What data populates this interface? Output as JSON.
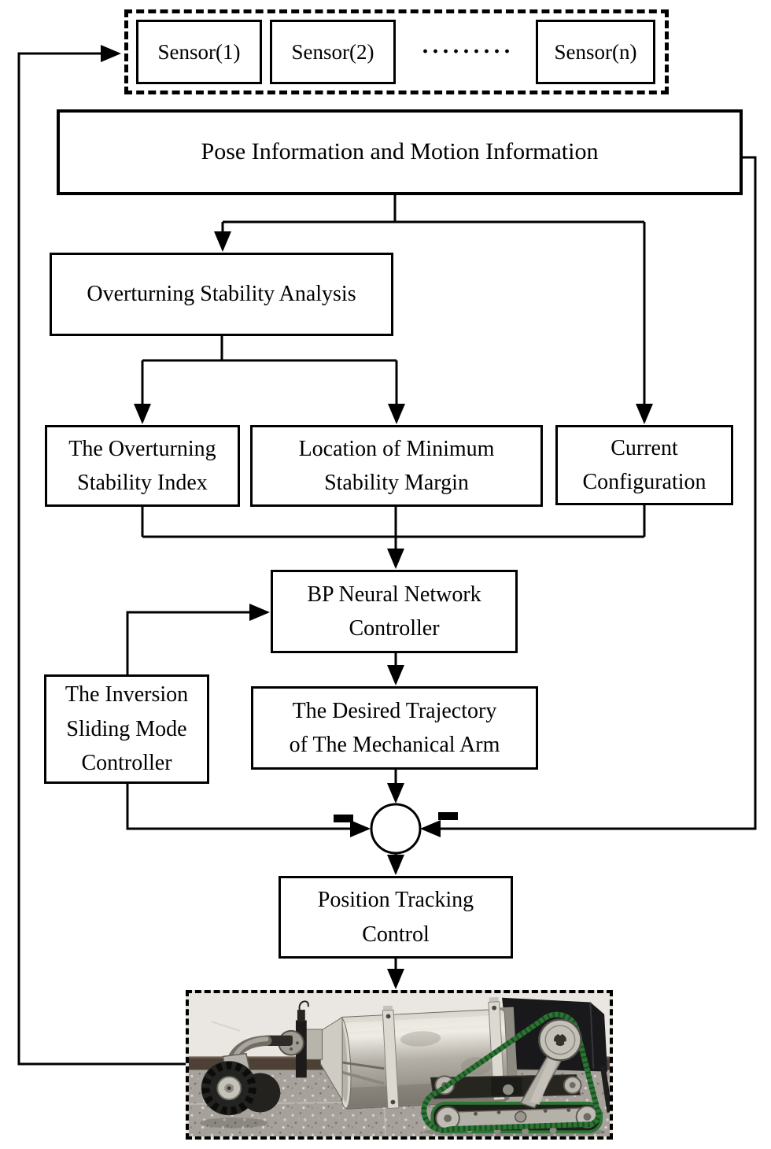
{
  "diagram": {
    "title_semantic": "Overturning stability BP neural network control flowchart",
    "sensors": {
      "items": [
        "Sensor(1)",
        "Sensor(2)",
        "Sensor(n)"
      ],
      "ellipsis": "·········"
    },
    "nodes": {
      "pose": "Pose Information and Motion Information",
      "osa": "Overturning Stability Analysis",
      "osi": "The Overturning\nStability Index",
      "lmsm": "Location of Minimum\nStability Margin",
      "config": "Current\nConfiguration",
      "bp": "BP Neural Network\nController",
      "ismc": "The Inversion\nSliding Mode\nController",
      "traj": "The Desired Trajectory\nof The Mechanical Arm",
      "ptc": "Position Tracking\nControl"
    },
    "sum_junction": {
      "minus_left": "-",
      "minus_right": "-"
    },
    "colors": {
      "line": "#000000",
      "background": "#ffffff",
      "wall": "#eae7e2",
      "baseboard": "#4d4136",
      "floor": "#a6a29b",
      "steel": "#b9b5ac",
      "belt_green": "#2c7534",
      "tire_black": "#232321",
      "housing_black": "#19191b"
    }
  }
}
